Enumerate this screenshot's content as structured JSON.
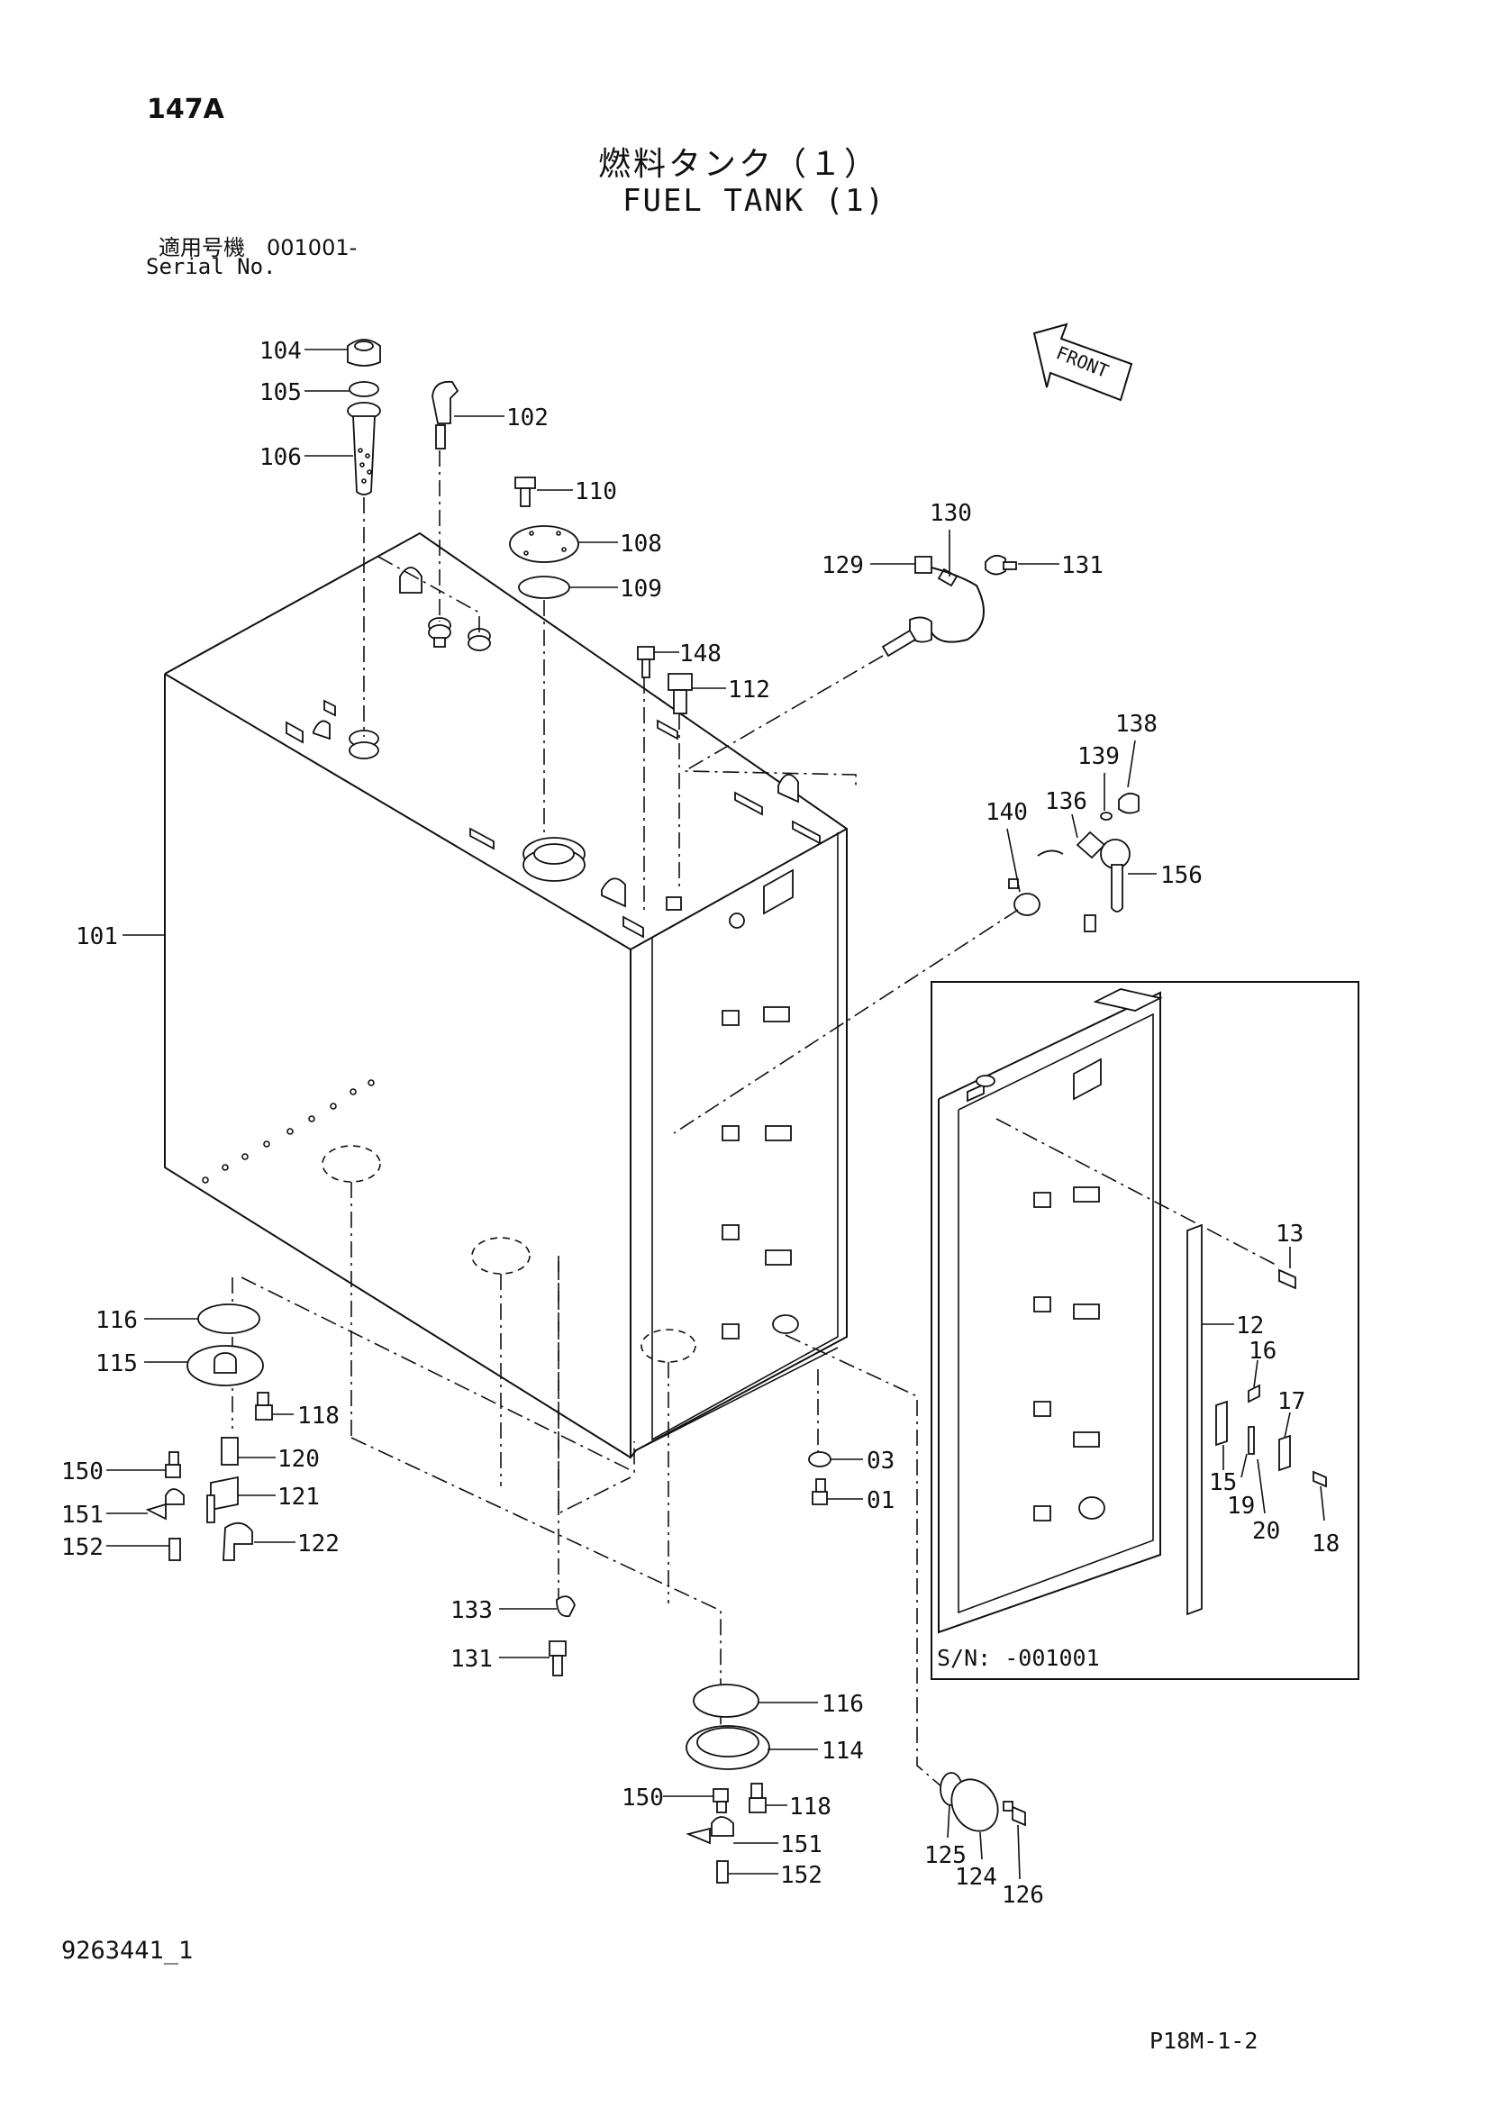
{
  "header": {
    "page_code": "147A",
    "title_jp": "燃料タンク（１）",
    "title_en": "FUEL TANK (1)",
    "serial_label_jp": "適用号機　001001-",
    "serial_label_en": "Serial No."
  },
  "inset": {
    "serial_label": "S/N: -001001"
  },
  "footer": {
    "doc_id": "9263441_1",
    "page_ref": "P18M-1-2"
  },
  "front_arrow": {
    "label": "FRONT"
  },
  "callouts": [
    {
      "id": "c104",
      "label": "104"
    },
    {
      "id": "c105",
      "label": "105"
    },
    {
      "id": "c106",
      "label": "106"
    },
    {
      "id": "c102",
      "label": "102"
    },
    {
      "id": "c110",
      "label": "110"
    },
    {
      "id": "c108",
      "label": "108"
    },
    {
      "id": "c109",
      "label": "109"
    },
    {
      "id": "c130",
      "label": "130"
    },
    {
      "id": "c129",
      "label": "129"
    },
    {
      "id": "c131a",
      "label": "131"
    },
    {
      "id": "c148",
      "label": "148"
    },
    {
      "id": "c112",
      "label": "112"
    },
    {
      "id": "c138",
      "label": "138"
    },
    {
      "id": "c139",
      "label": "139"
    },
    {
      "id": "c136",
      "label": "136"
    },
    {
      "id": "c140",
      "label": "140"
    },
    {
      "id": "c156",
      "label": "156"
    },
    {
      "id": "c101",
      "label": "101"
    },
    {
      "id": "c13",
      "label": "13"
    },
    {
      "id": "c12",
      "label": "12"
    },
    {
      "id": "c16",
      "label": "16"
    },
    {
      "id": "c17",
      "label": "17"
    },
    {
      "id": "c15",
      "label": "15"
    },
    {
      "id": "c19",
      "label": "19"
    },
    {
      "id": "c20",
      "label": "20"
    },
    {
      "id": "c18",
      "label": "18"
    },
    {
      "id": "c116a",
      "label": "116"
    },
    {
      "id": "c115",
      "label": "115"
    },
    {
      "id": "c118a",
      "label": "118"
    },
    {
      "id": "c120",
      "label": "120"
    },
    {
      "id": "c150a",
      "label": "150"
    },
    {
      "id": "c121",
      "label": "121"
    },
    {
      "id": "c151a",
      "label": "151"
    },
    {
      "id": "c122",
      "label": "122"
    },
    {
      "id": "c152a",
      "label": "152"
    },
    {
      "id": "c03",
      "label": "03"
    },
    {
      "id": "c01",
      "label": "01"
    },
    {
      "id": "c133",
      "label": "133"
    },
    {
      "id": "c131b",
      "label": "131"
    },
    {
      "id": "c116b",
      "label": "116"
    },
    {
      "id": "c114",
      "label": "114"
    },
    {
      "id": "c150b",
      "label": "150"
    },
    {
      "id": "c118b",
      "label": "118"
    },
    {
      "id": "c151b",
      "label": "151"
    },
    {
      "id": "c152b",
      "label": "152"
    },
    {
      "id": "c125",
      "label": "125"
    },
    {
      "id": "c124",
      "label": "124"
    },
    {
      "id": "c126",
      "label": "126"
    }
  ]
}
